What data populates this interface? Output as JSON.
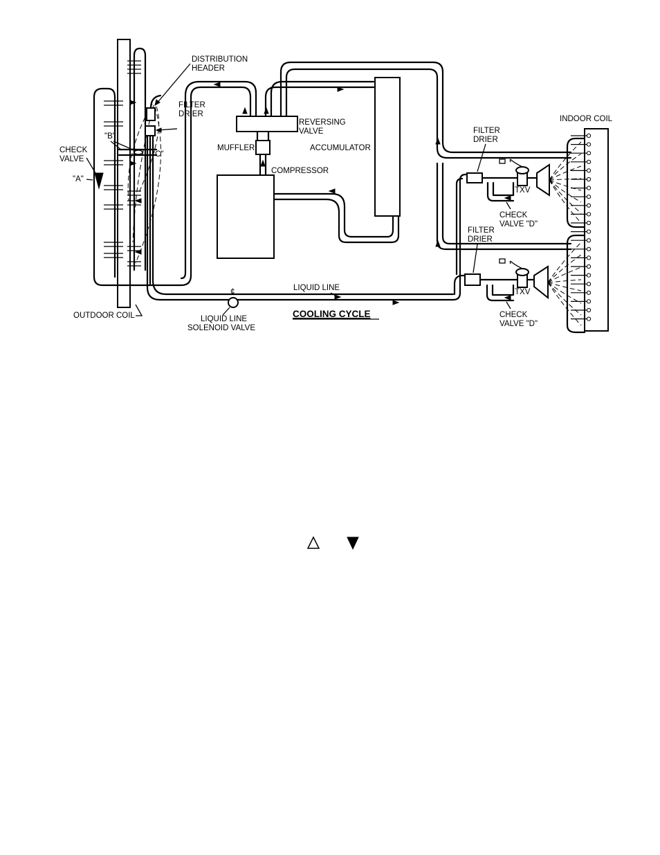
{
  "labels": {
    "distribution_header_1": "DISTRIBUTION",
    "distribution_header_2": "HEADER",
    "filter_drier_outdoor_1": "FILTER",
    "filter_drier_outdoor_2": "DRIER",
    "reversing_valve_1": "REVERSING",
    "reversing_valve_2": "VALVE",
    "muffler": "MUFFLER",
    "accumulator": "ACCUMULATOR",
    "compressor": "COMPRESSOR",
    "check_valve_1": "CHECK",
    "check_valve_2": "VALVE",
    "point_a": "\"A\"",
    "point_b": "\"B\"",
    "point_c": "\"C\"",
    "outdoor_coil": "OUTDOOR COIL",
    "liquid_line": "LIQUID LINE",
    "solenoid_valve_1": "LIQUID LINE",
    "solenoid_valve_2": "SOLENOID VALVE",
    "cooling_cycle": "COOLING CYCLE",
    "indoor_coil": "INDOOR COIL",
    "filter_drier_upper_1": "FILTER",
    "filter_drier_upper_2": "DRIER",
    "filter_drier_lower_1": "FILTER",
    "filter_drier_lower_2": "DRIER",
    "txv_upper": "TXV",
    "txv_lower": "TXV",
    "check_valve_d_upper_1": "CHECK",
    "check_valve_d_upper_2": "VALVE \"D\"",
    "check_valve_d_lower_1": "CHECK",
    "check_valve_d_lower_2": "VALVE \"D\"",
    "solenoid_symbol": "¢"
  },
  "legend": {
    "open_symbol": "open-triangle-icon",
    "closed_symbol": "filled-triangle-icon"
  }
}
